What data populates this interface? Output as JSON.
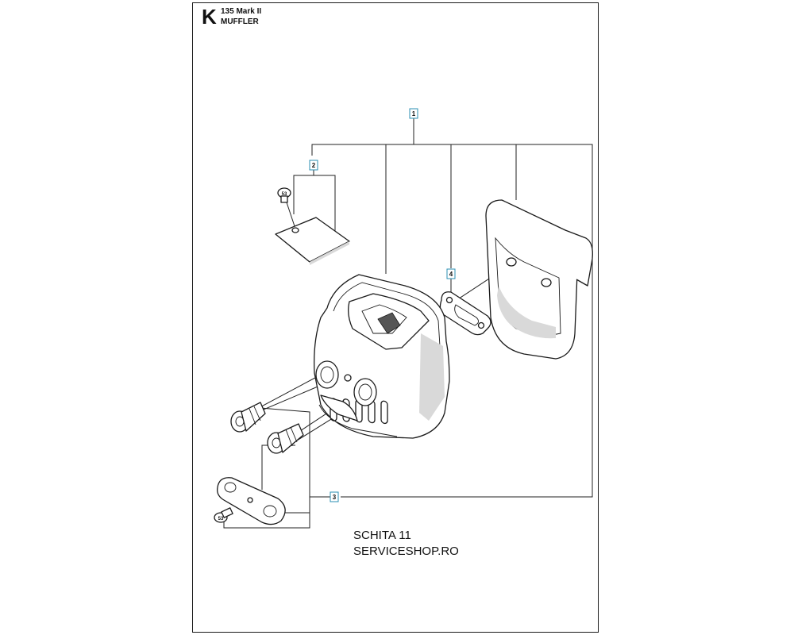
{
  "header": {
    "section_letter": "K",
    "model": "135 Mark II",
    "part_group": "MUFFLER"
  },
  "callouts": [
    {
      "label": "1"
    },
    {
      "label": "2"
    },
    {
      "label": "3"
    },
    {
      "label": "4"
    },
    {
      "label": "53"
    },
    {
      "label": "53"
    }
  ],
  "footer": {
    "line1": "SCHITA 11",
    "line2": "SERVICESHOP.RO"
  },
  "colors": {
    "callout_border": "#2b8fb3",
    "line": "#1a1a1a"
  }
}
